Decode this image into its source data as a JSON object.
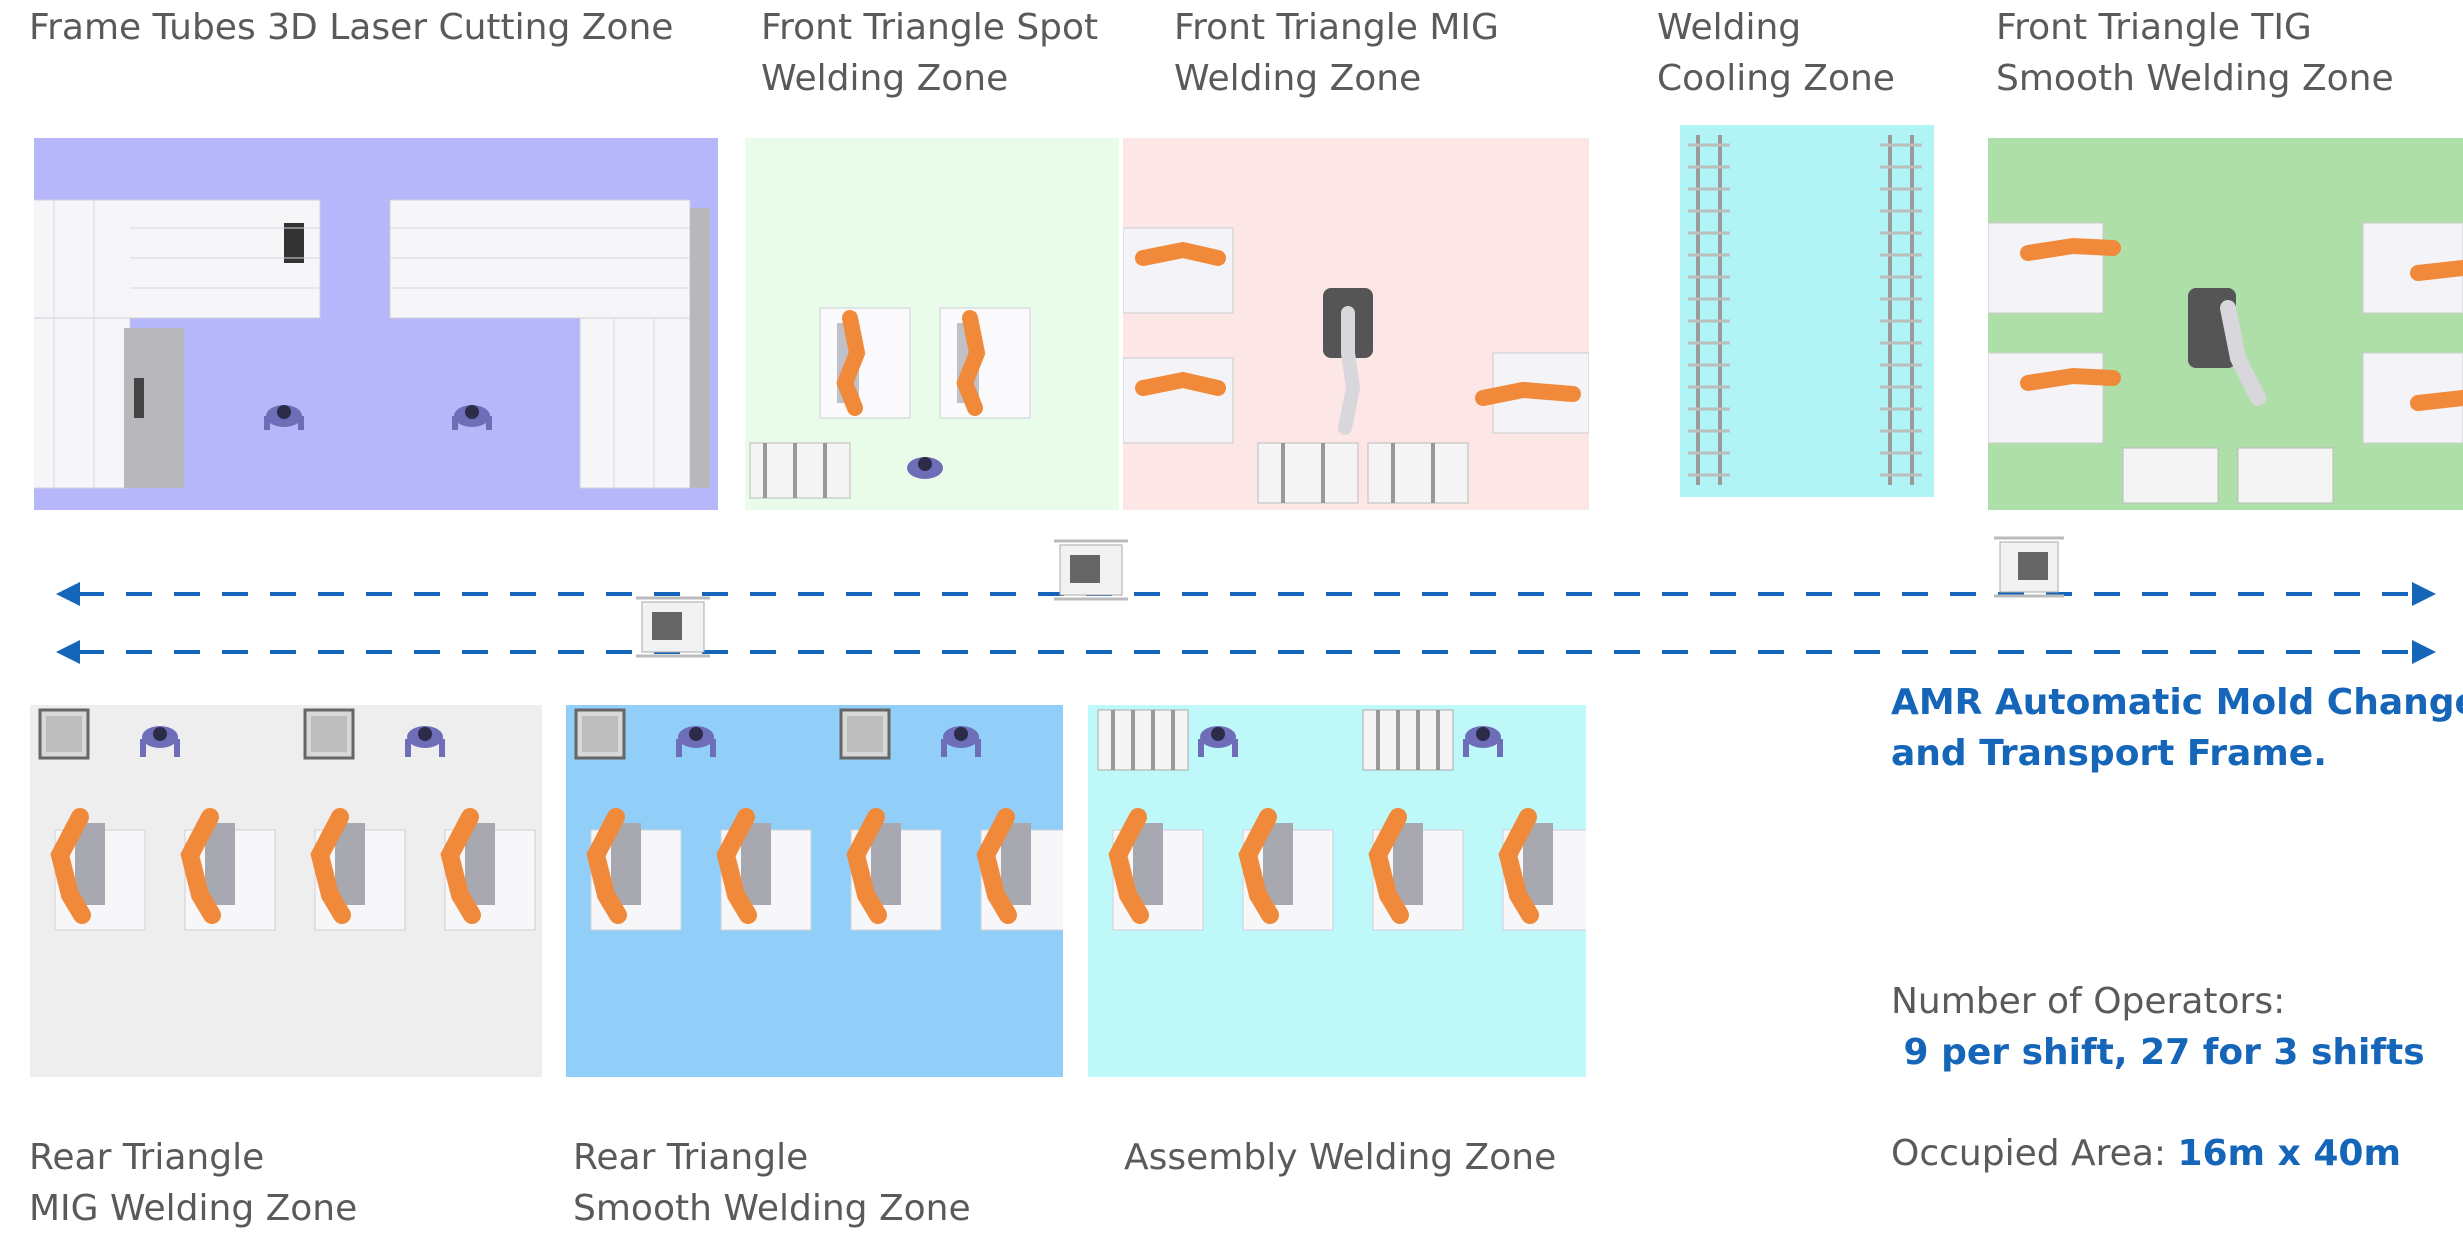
{
  "zones": {
    "laser": {
      "title": "Frame Tubes 3D Laser Cutting Zone",
      "color": "#b6b6fb"
    },
    "spot": {
      "line1": "Front Triangle Spot",
      "line2": "Welding Zone",
      "color": "#e9fbe9"
    },
    "mig_front": {
      "line1": "Front Triangle MIG",
      "line2": "Welding Zone",
      "color": "#fde6e6"
    },
    "cooling": {
      "line1": "Welding",
      "line2": "Cooling Zone",
      "color": "#b0f4f6"
    },
    "tig": {
      "line1": "Front Triangle TIG",
      "line2": "Smooth Welding Zone",
      "color": "#aedfa8"
    },
    "rear_mig": {
      "line1": "Rear Triangle",
      "line2": "MIG Welding Zone",
      "color": "#eeeeee"
    },
    "rear_smooth": {
      "line1": "Rear Triangle",
      "line2": "Smooth Welding Zone",
      "color": "#91cff9"
    },
    "assembly": {
      "title": "Assembly Welding Zone",
      "color": "#bff8f9"
    }
  },
  "amr": {
    "line1": "AMR Automatic Mold Change",
    "line2": "and Transport Frame."
  },
  "operators": {
    "label": "Number of Operators:",
    "value": " 9 per shift, 27 for 3 shifts"
  },
  "area": {
    "label": "Occupied Area: ",
    "value": "16m x 40m"
  },
  "colors": {
    "accent": "#1565b8",
    "robot": "#f08a3a"
  },
  "icons": [
    "robot-arm-icon",
    "operator-icon",
    "fixture-icon",
    "amr-icon",
    "laser-machine-icon",
    "arrow-left-icon",
    "arrow-right-icon"
  ]
}
